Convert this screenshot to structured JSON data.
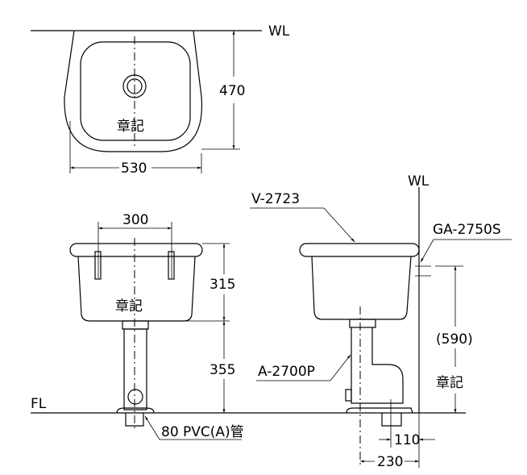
{
  "top_view": {
    "wl_label": "WL",
    "dim_depth": "470",
    "dim_width": "530",
    "note": "章記"
  },
  "front_view": {
    "dim_spacing": "300",
    "dim_bowl_height": "315",
    "dim_pedestal_height": "355",
    "floor_label": "FL",
    "note": "章記",
    "pipe_label": "80 PVC(A)管"
  },
  "side_view": {
    "wl_label": "WL",
    "sink_model": "V-2723",
    "bracket_model": "GA-2750S",
    "trap_model": "A-2700P",
    "dim_height": "(590)",
    "note": "章記",
    "dim_110": "110",
    "dim_230": "230"
  }
}
